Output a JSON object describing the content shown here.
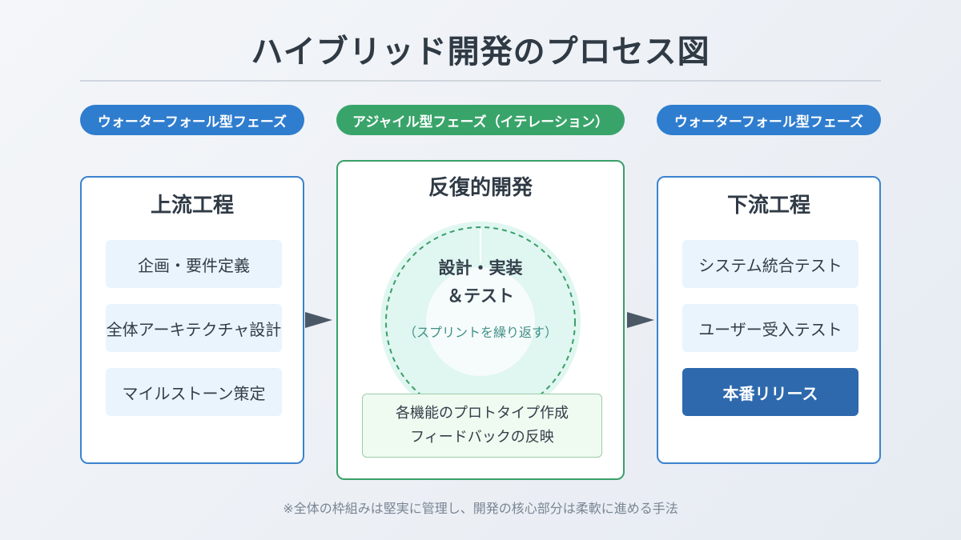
{
  "title": "ハイブリッド開発のプロセス図",
  "phases": {
    "left": "ウォーターフォール型フェーズ",
    "middle": "アジャイル型フェーズ（イテレーション）",
    "right": "ウォーターフォール型フェーズ"
  },
  "upstream": {
    "title": "上流工程",
    "steps": [
      "企画・要件定義",
      "全体アーキテクチャ設計",
      "マイルストーン策定"
    ]
  },
  "iteration": {
    "title": "反復的開発",
    "cycle_line1": "設計・実装",
    "cycle_line2": "＆テスト",
    "cycle_note": "（スプリントを繰り返す）",
    "prototype_line1": "各機能のプロトタイプ作成",
    "prototype_line2": "フィードバックの反映"
  },
  "downstream": {
    "title": "下流工程",
    "steps": [
      "システム統合テスト",
      "ユーザー受入テスト",
      "本番リリース"
    ]
  },
  "footnote": "※全体の枠組みは堅実に管理し、開発の核心部分は柔軟に進める手法",
  "icons": {
    "arrow_left": "arrow-right-icon",
    "arrow_right": "arrow-right-icon",
    "cycle": "cycle-ring-icon"
  },
  "colors": {
    "waterfall": "#2f7dcf",
    "agile": "#39a46a",
    "release": "#2e69ad",
    "cycle_dash": "#3a9f68"
  }
}
